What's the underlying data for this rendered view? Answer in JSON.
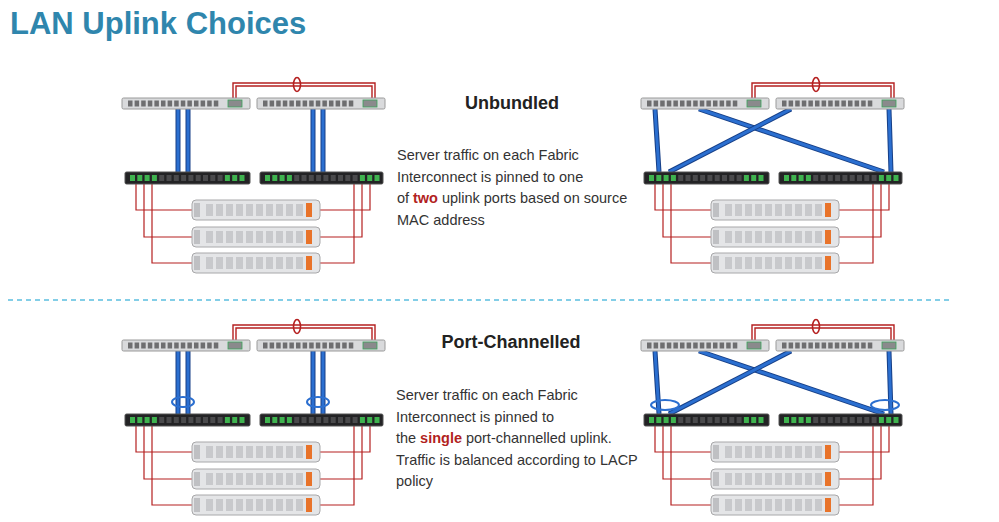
{
  "diagram": {
    "title": "LAN Uplink Choices",
    "labels": [
      "Unbundled",
      "Server traffic on each Fabric Interconnect is pinned to one of",
      "two",
      "uplink ports based on source MAC address",
      "Port-Channelled",
      "Server traffic on each Fabric Interconnect is pinned to the",
      "single",
      "port-channelled uplink. Traffic is balanced according to LACP policy"
    ]
  }
}
